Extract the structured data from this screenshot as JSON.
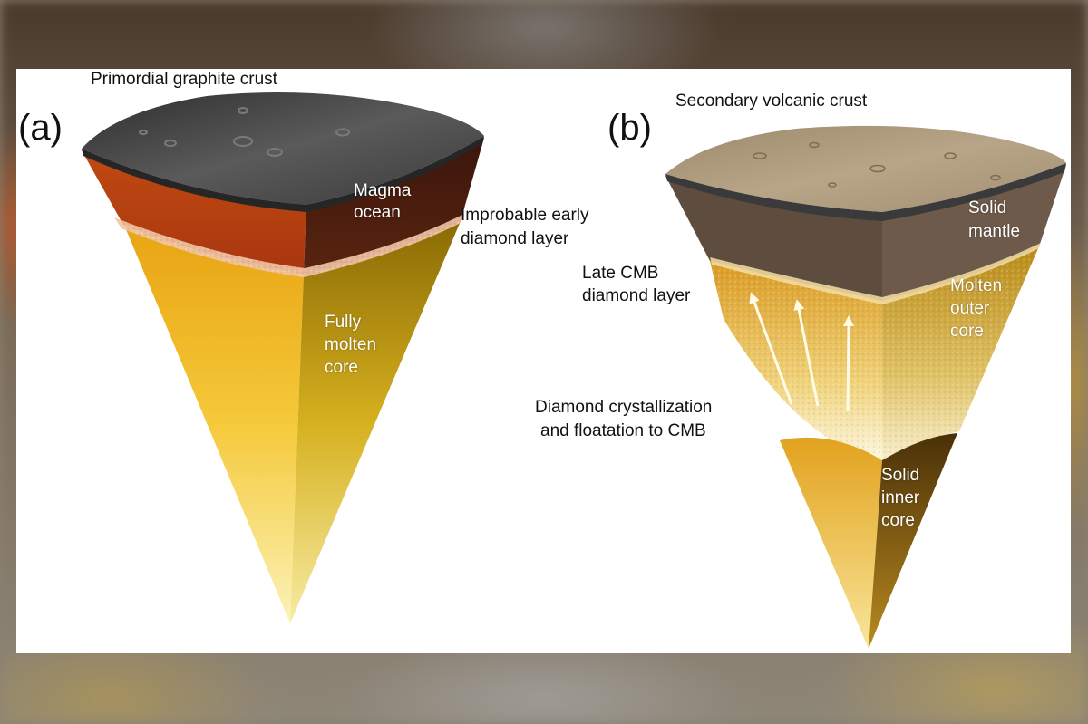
{
  "panel_a": {
    "tag": "(a)",
    "crust_label": "Primordial graphite crust",
    "magma_label": [
      "Magma",
      "ocean"
    ],
    "diamond_label": [
      "Improbable early",
      "diamond layer"
    ],
    "core_label": [
      "Fully",
      "molten",
      "core"
    ]
  },
  "panel_b": {
    "tag": "(b)",
    "crust_label": "Secondary volcanic crust",
    "mantle_label": [
      "Solid",
      "mantle"
    ],
    "cmb_label": [
      "Late CMB",
      "diamond layer"
    ],
    "outer_core_label": [
      "Molten",
      "outer",
      "core"
    ],
    "crystallization_label": [
      "Diamond crystallization",
      "and floatation to CMB"
    ],
    "inner_core_label": [
      "Solid",
      "inner",
      "core"
    ]
  },
  "colors": {
    "graphite_crust": "#3c3c3c",
    "magma": "#a8360f",
    "molten_core": "#f2b51c",
    "volcanic_crust": "#a89478",
    "mantle": "#6a5848",
    "inner_core": "#5a3c10"
  }
}
